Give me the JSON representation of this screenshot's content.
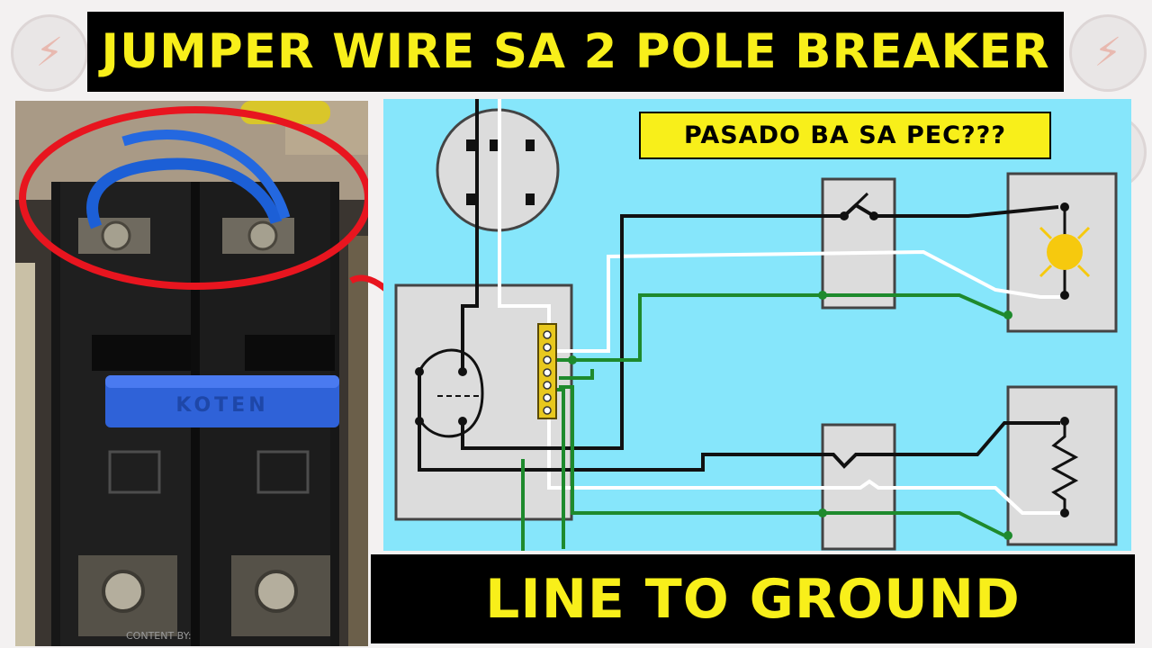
{
  "title": "JUMPER WIRE SA 2 POLE BREAKER",
  "subtitle": "LINE TO GROUND",
  "badge": "PASADO BA SA PEC???",
  "breaker_brand": "KOTEN",
  "footer_credit": "CONTENT BY:",
  "icons": {
    "background_logo": "lightning-bolt-icon",
    "annotation_arrow": "arrow-icon"
  },
  "colors": {
    "banner_background": "#000000",
    "banner_text": "#f8ef1a",
    "diagram_background": "#86e6fb",
    "highlight_circle": "#e8151f",
    "jumper_wire": "#1c5fd6",
    "wire_hot": "#111111",
    "wire_neutral": "#ffffff",
    "wire_ground": "#1e8a2d",
    "lamp": "#f6c90e"
  }
}
